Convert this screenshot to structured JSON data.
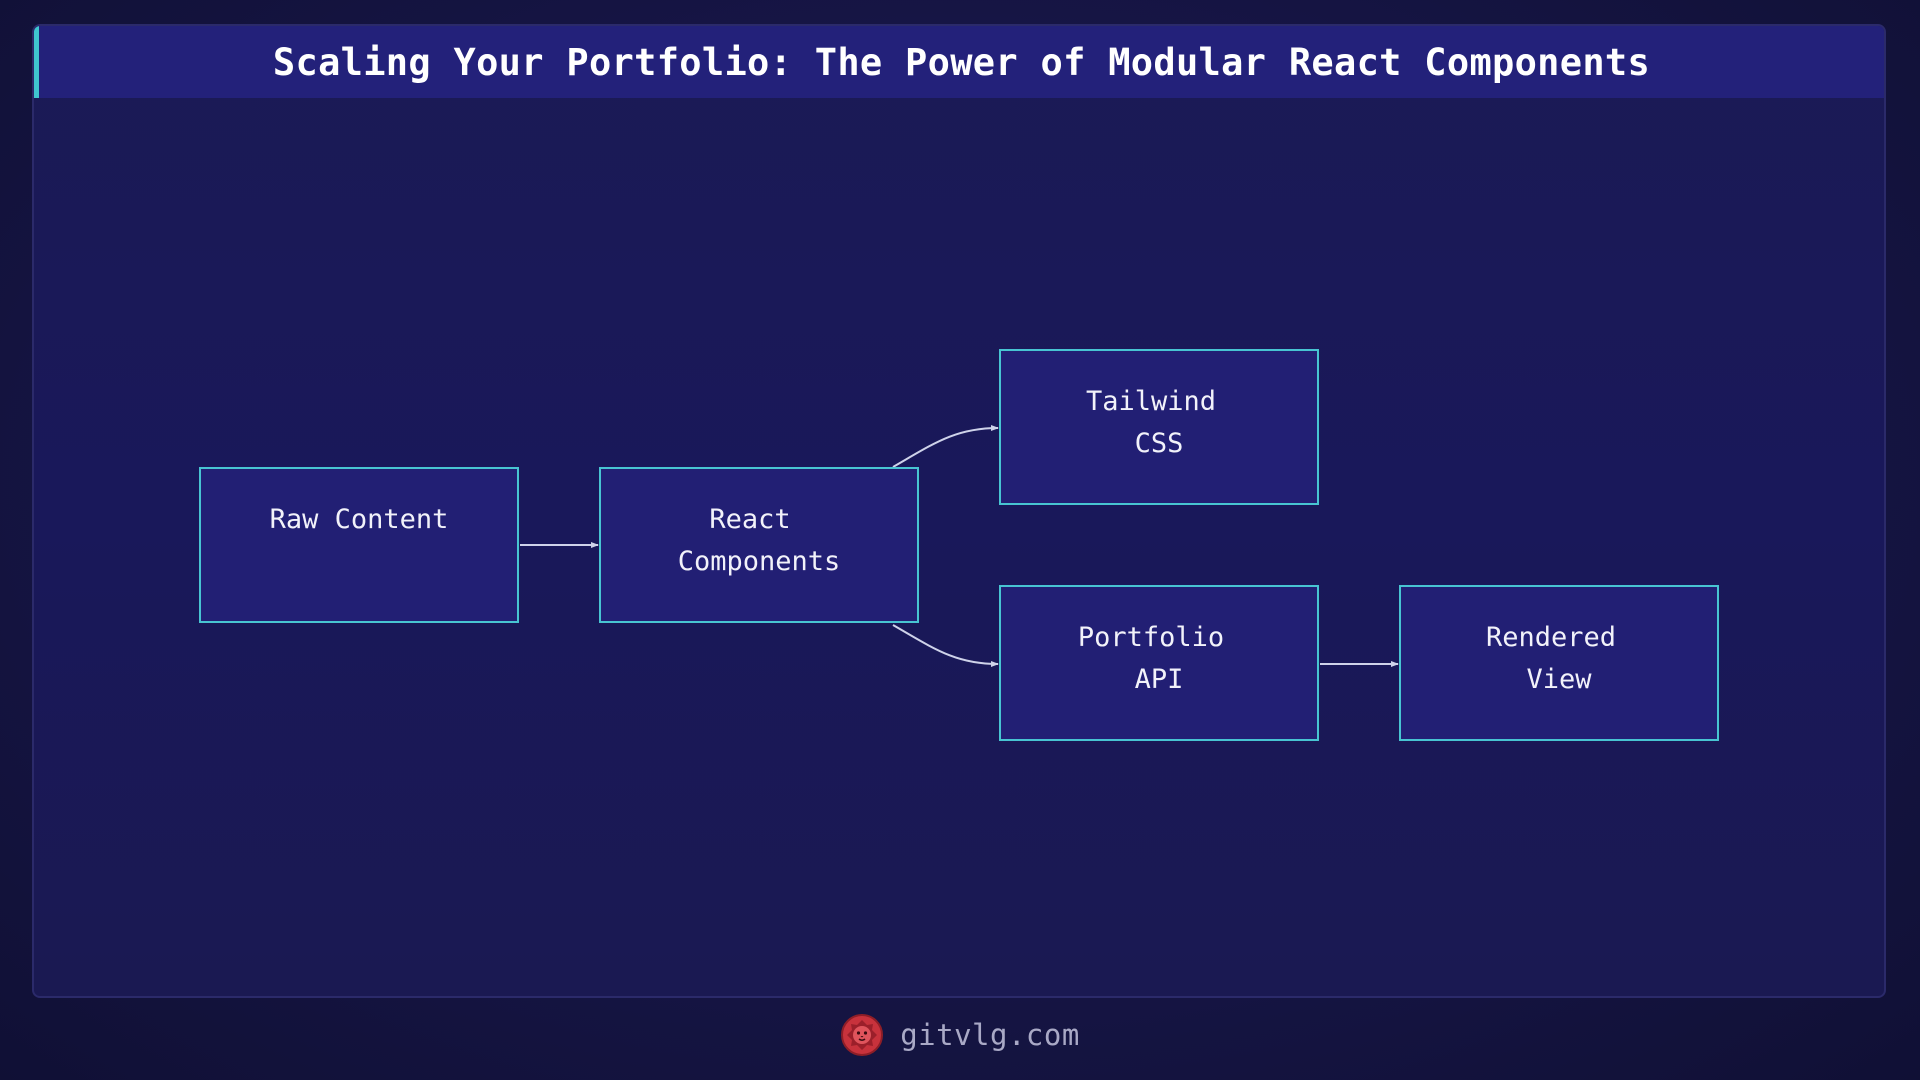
{
  "header": {
    "title": "Scaling Your Portfolio: The Power of Modular React Components"
  },
  "diagram": {
    "nodes": [
      {
        "id": "raw-content",
        "lines": [
          "Raw Content"
        ]
      },
      {
        "id": "react-components",
        "lines": [
          "React",
          "Components"
        ]
      },
      {
        "id": "tailwind-css",
        "lines": [
          "Tailwind",
          "CSS"
        ]
      },
      {
        "id": "portfolio-api",
        "lines": [
          "Portfolio",
          "API"
        ]
      },
      {
        "id": "rendered-view",
        "lines": [
          "Rendered",
          "View"
        ]
      }
    ],
    "edges": [
      {
        "from": "raw-content",
        "to": "react-components"
      },
      {
        "from": "react-components",
        "to": "tailwind-css"
      },
      {
        "from": "react-components",
        "to": "portfolio-api"
      },
      {
        "from": "portfolio-api",
        "to": "rendered-view"
      }
    ]
  },
  "footer": {
    "site": "gitvlg.com",
    "logo_icon": "lion-head-icon"
  },
  "colors": {
    "background": "#161545",
    "title_bar": "#23217a",
    "accent": "#3fc6cf",
    "node_fill": "#221f74",
    "node_border": "#48c4d2",
    "edge": "#cfd3ea",
    "logo": "#c8323c"
  }
}
